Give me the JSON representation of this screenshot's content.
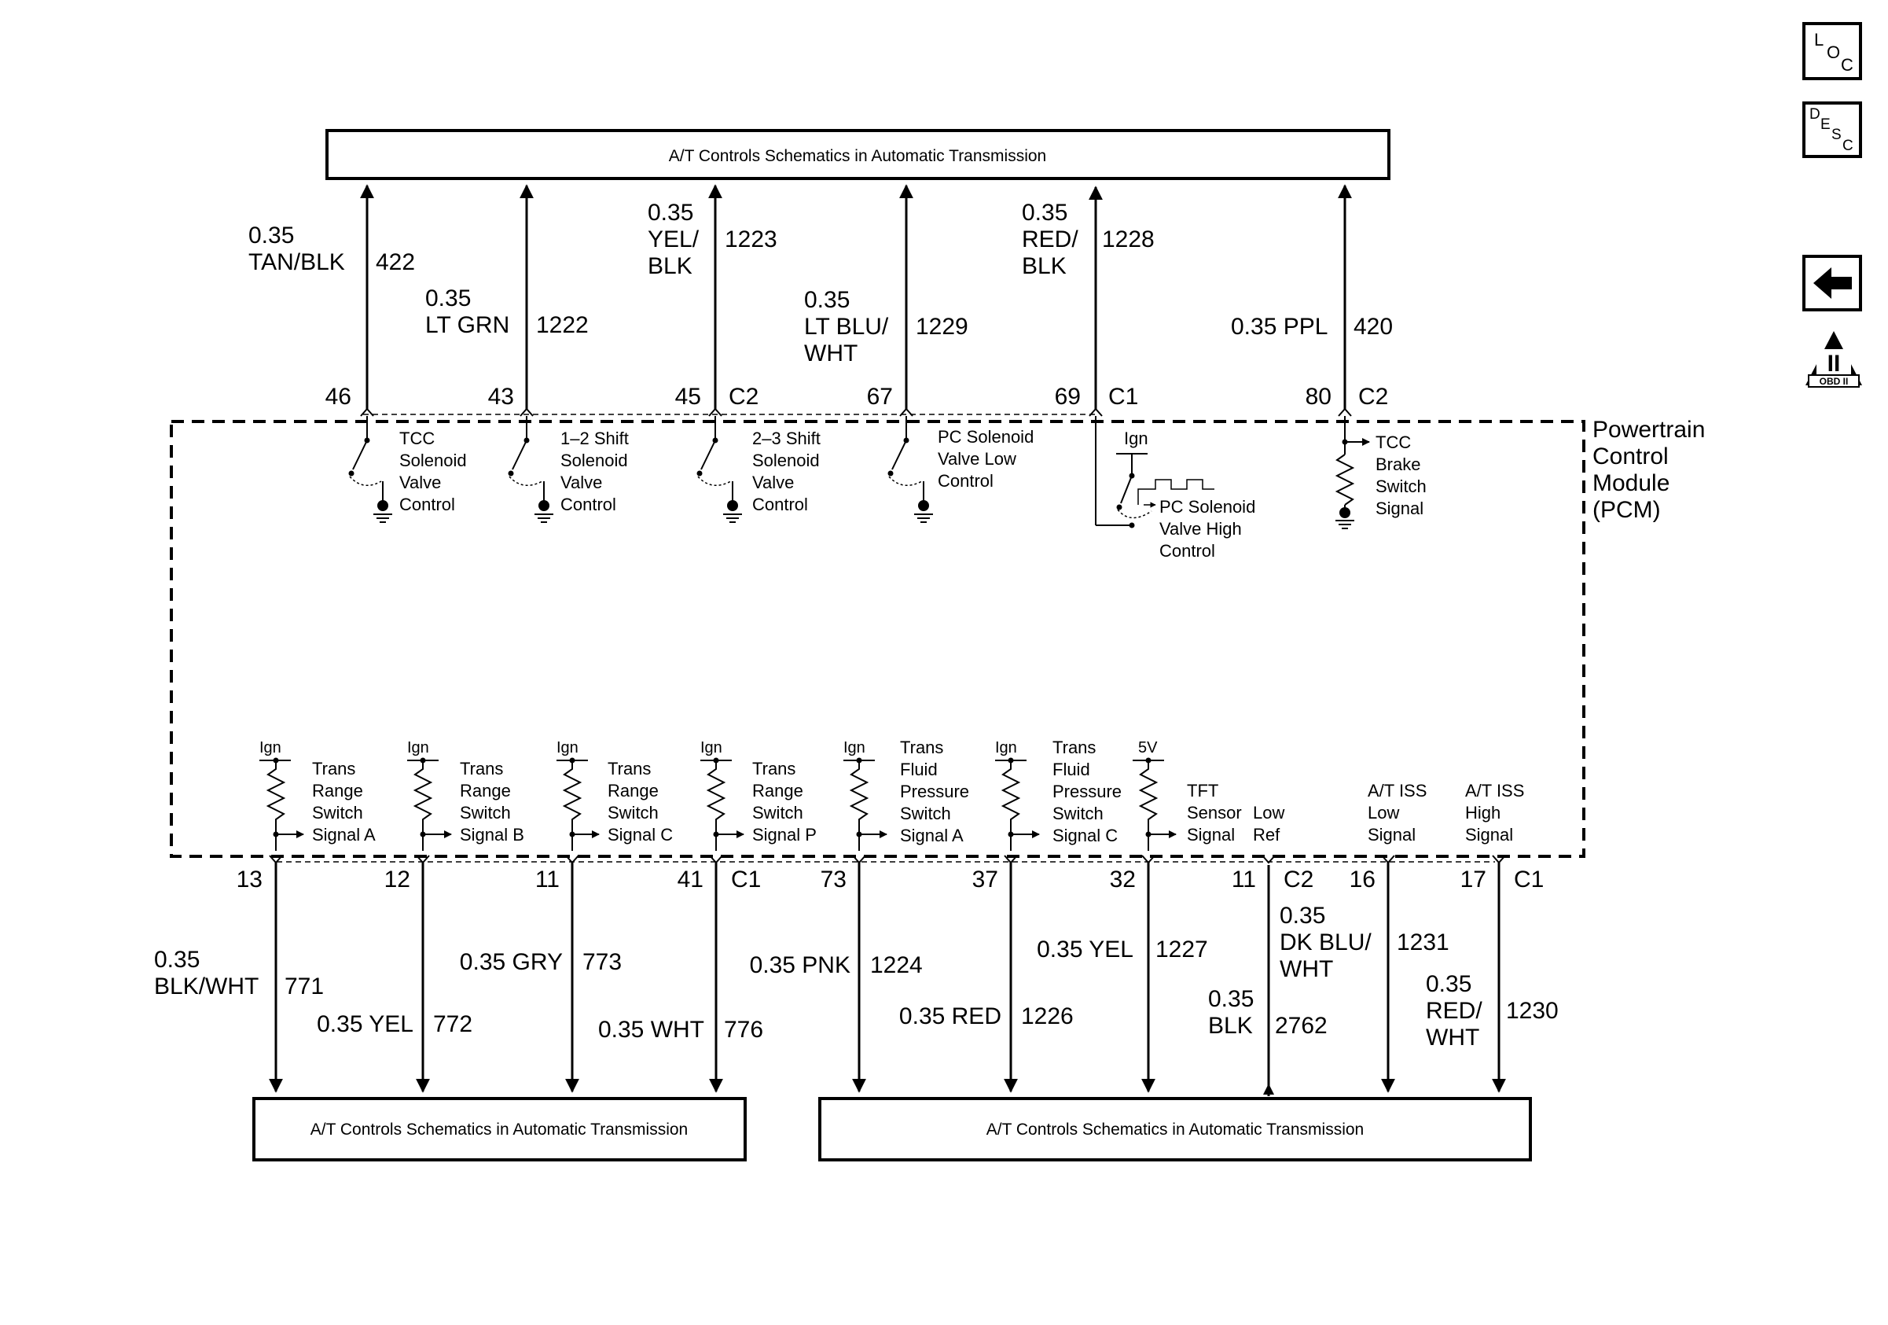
{
  "top_box": "A/T Controls Schematics in Automatic Transmission",
  "bottom_left_box": "A/T Controls Schematics in Automatic Transmission",
  "bottom_right_box": "A/T Controls Schematics in Automatic Transmission",
  "module_label": [
    "Powertrain",
    "Control",
    "Module",
    "(PCM)"
  ],
  "side_icons": {
    "loc": "LOC",
    "desc": "DESC",
    "back": "back-arrow",
    "obd": "OBD II"
  },
  "top_wires": [
    {
      "pin": "46",
      "conn": "",
      "wire_lines": [
        "0.35",
        "TAN/BLK"
      ],
      "circuit": "422",
      "internal": [
        "TCC",
        "Solenoid",
        "Valve",
        "Control"
      ]
    },
    {
      "pin": "43",
      "conn": "",
      "wire_lines": [
        "0.35",
        "LT GRN"
      ],
      "circuit": "1222",
      "internal": [
        "1–2 Shift",
        "Solenoid",
        "Valve",
        "Control"
      ]
    },
    {
      "pin": "45",
      "conn": "C2",
      "wire_lines": [
        "0.35",
        "YEL/",
        "BLK"
      ],
      "circuit": "1223",
      "internal": [
        "2–3 Shift",
        "Solenoid",
        "Valve",
        "Control"
      ]
    },
    {
      "pin": "67",
      "conn": "",
      "wire_lines": [
        "0.35",
        "LT BLU/",
        "WHT"
      ],
      "circuit": "1229",
      "internal": [
        "PC Solenoid",
        "Valve Low",
        "Control"
      ]
    },
    {
      "pin": "69",
      "conn": "C1",
      "wire_lines": [
        "0.35",
        "RED/",
        "BLK"
      ],
      "circuit": "1228",
      "internal": [
        "PC Solenoid",
        "Valve High",
        "Control"
      ],
      "supply": "Ign"
    },
    {
      "pin": "80",
      "conn": "C2",
      "wire_lines": [
        "0.35 PPL"
      ],
      "circuit": "420",
      "internal": [
        "TCC",
        "Brake",
        "Switch",
        "Signal"
      ]
    }
  ],
  "bottom_wires": [
    {
      "pin": "13",
      "conn": "",
      "wire_lines": [
        "0.35",
        "BLK/WHT"
      ],
      "circuit": "771",
      "supply": "Ign",
      "internal": [
        "Trans",
        "Range",
        "Switch",
        "Signal A"
      ]
    },
    {
      "pin": "12",
      "conn": "",
      "wire_lines": [
        "0.35 YEL"
      ],
      "circuit": "772",
      "supply": "Ign",
      "internal": [
        "Trans",
        "Range",
        "Switch",
        "Signal B"
      ]
    },
    {
      "pin": "11",
      "conn": "",
      "wire_lines": [
        "0.35 GRY"
      ],
      "circuit": "773",
      "supply": "Ign",
      "internal": [
        "Trans",
        "Range",
        "Switch",
        "Signal C"
      ]
    },
    {
      "pin": "41",
      "conn": "C1",
      "wire_lines": [
        "0.35 WHT"
      ],
      "circuit": "776",
      "supply": "Ign",
      "internal": [
        "Trans",
        "Range",
        "Switch",
        "Signal P"
      ]
    },
    {
      "pin": "73",
      "conn": "",
      "wire_lines": [
        "0.35 PNK"
      ],
      "circuit": "1224",
      "supply": "Ign",
      "internal": [
        "Trans",
        "Fluid",
        "Pressure",
        "Switch",
        "Signal A"
      ]
    },
    {
      "pin": "37",
      "conn": "",
      "wire_lines": [
        "0.35 RED"
      ],
      "circuit": "1226",
      "supply": "Ign",
      "internal": [
        "Trans",
        "Fluid",
        "Pressure",
        "Switch",
        "Signal C"
      ]
    },
    {
      "pin": "32",
      "conn": "",
      "wire_lines": [
        "0.35 YEL"
      ],
      "circuit": "1227",
      "supply": "5V",
      "internal": [
        "TFT",
        "Sensor",
        "Signal"
      ]
    },
    {
      "pin": "11",
      "conn": "C2",
      "wire_lines": [
        "0.35",
        "BLK"
      ],
      "circuit": "2762",
      "internal": [
        "Low",
        "Ref"
      ]
    },
    {
      "pin": "16",
      "conn": "",
      "wire_lines": [
        "0.35",
        "DK BLU/",
        "WHT"
      ],
      "circuit": "1231",
      "internal": [
        "A/T ISS",
        "Low",
        "Signal"
      ]
    },
    {
      "pin": "17",
      "conn": "C1",
      "wire_lines": [
        "0.35",
        "RED/",
        "WHT"
      ],
      "circuit": "1230",
      "internal": [
        "A/T ISS",
        "High",
        "Signal"
      ]
    }
  ]
}
